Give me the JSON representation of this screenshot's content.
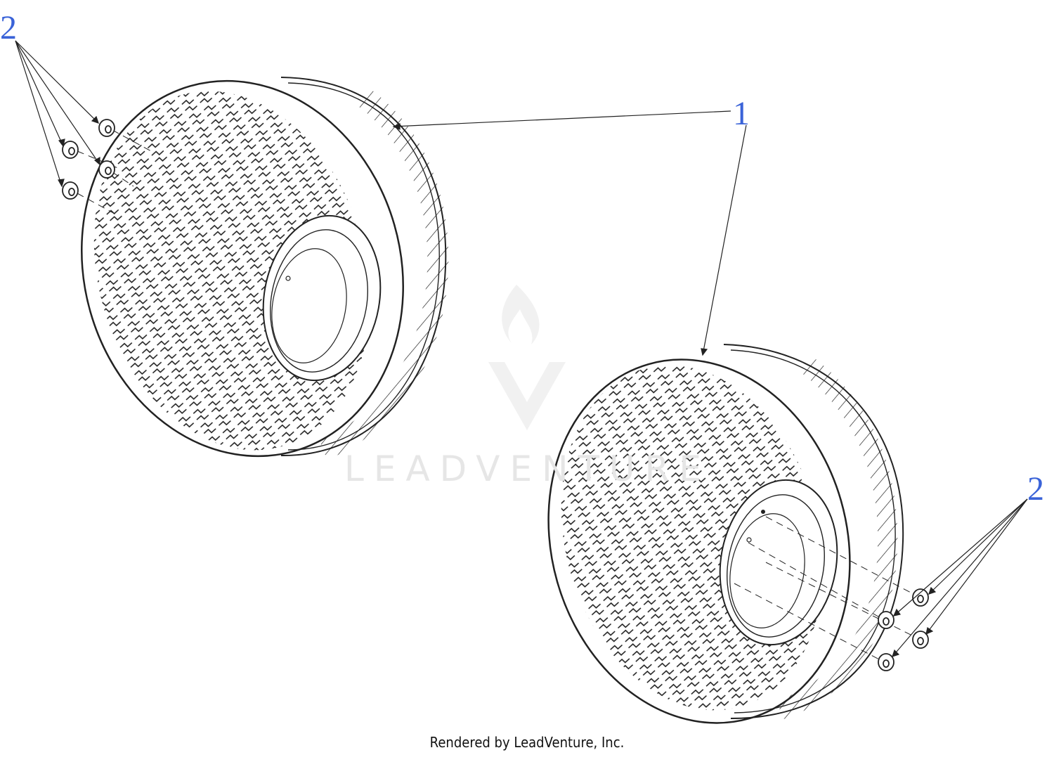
{
  "diagram": {
    "callouts": [
      {
        "label": "2"
      },
      {
        "label": "1"
      },
      {
        "label": "2"
      }
    ]
  },
  "watermark": {
    "text": "LEADVENTURE"
  },
  "footer": {
    "text": "Rendered by LeadVenture, Inc."
  },
  "colors": {
    "callout": "#3a63d8",
    "line": "#111111",
    "watermark": "#e6e6e6"
  },
  "icons": [
    "flange-nut-icon",
    "tire-wheel-assembly-icon",
    "leadventure-logo-icon"
  ]
}
